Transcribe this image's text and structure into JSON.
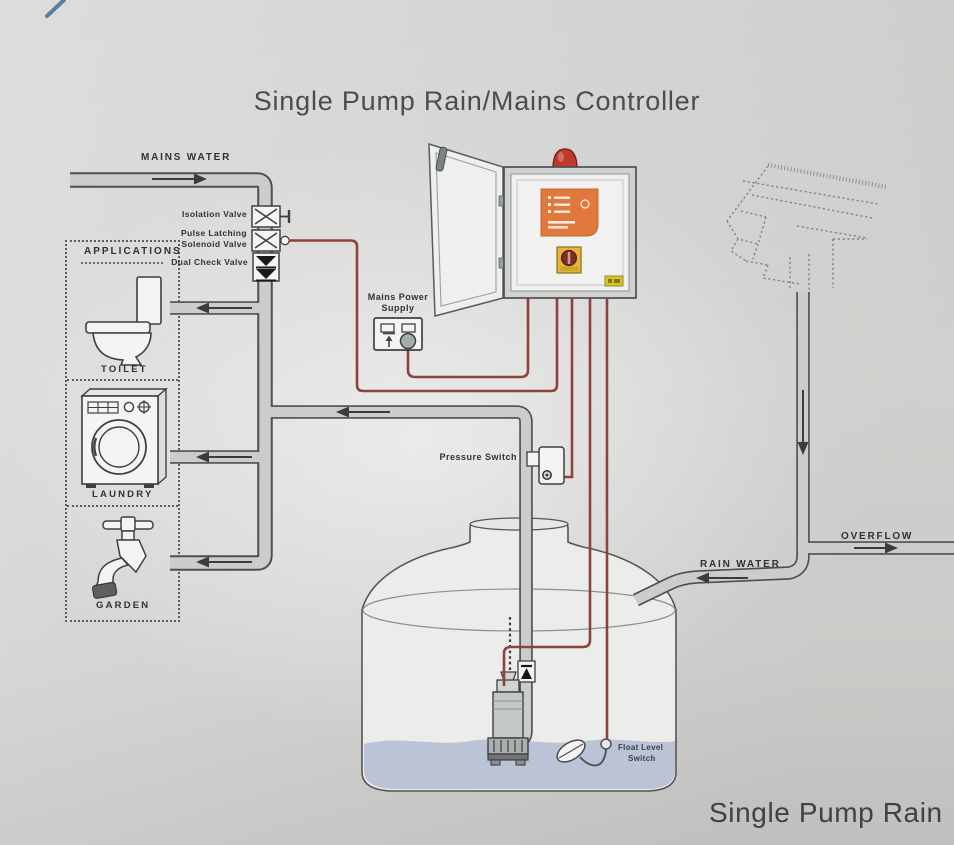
{
  "page": {
    "title": "Single Pump Rain/Mains Controller",
    "footer_title": "Single Pump Rain"
  },
  "diagram": {
    "labels": {
      "mains_water": "MAINS WATER",
      "isolation_valve": "Isolation Valve",
      "pulse_latching_line1": "Pulse Latching",
      "pulse_latching_line2": "Solenoid Valve",
      "dual_check_valve": "Dual Check Valve",
      "applications": "APPLICATIONS",
      "toilet": "TOILET",
      "laundry": "LAUNDRY",
      "garden": "GARDEN",
      "mains_power_line1": "Mains Power",
      "mains_power_line2": "Supply",
      "pressure_switch": "Pressure Switch",
      "overflow": "OVERFLOW",
      "rain_water": "RAIN WATER",
      "float_level_line1": "Float Level",
      "float_level_line2": "Switch"
    },
    "colors": {
      "pipe": "#cbcdcc",
      "pipe_outline": "#4f4f4f",
      "wire": "#8e423a",
      "water": "#b6c0d4",
      "beacon_red": "#bf3a2c",
      "controller_label_orange": "#e0793b",
      "switch_plate_yellow": "#e8b53a"
    }
  }
}
